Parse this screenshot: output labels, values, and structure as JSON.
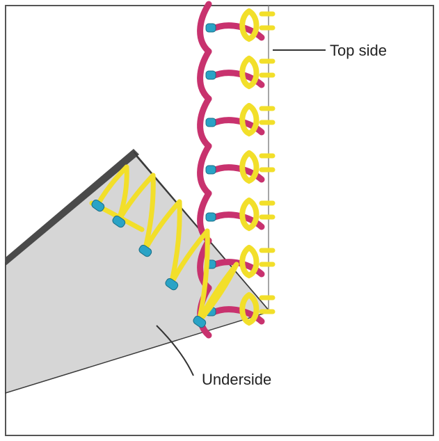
{
  "labels": {
    "top_side": "Top side",
    "underside": "Underside"
  },
  "colors": {
    "frame": "#555555",
    "fabric": "#d6d6d6",
    "fabric_edge": "#3a3a3a",
    "thread_pink": "#c8326e",
    "thread_yellow": "#f2df2a",
    "thread_blue": "#2aa3c6",
    "thread_outline": "#6b5a10",
    "leader": "#333333"
  },
  "icons": {
    "diagram": "overlock-serger-stitch-diagram"
  }
}
